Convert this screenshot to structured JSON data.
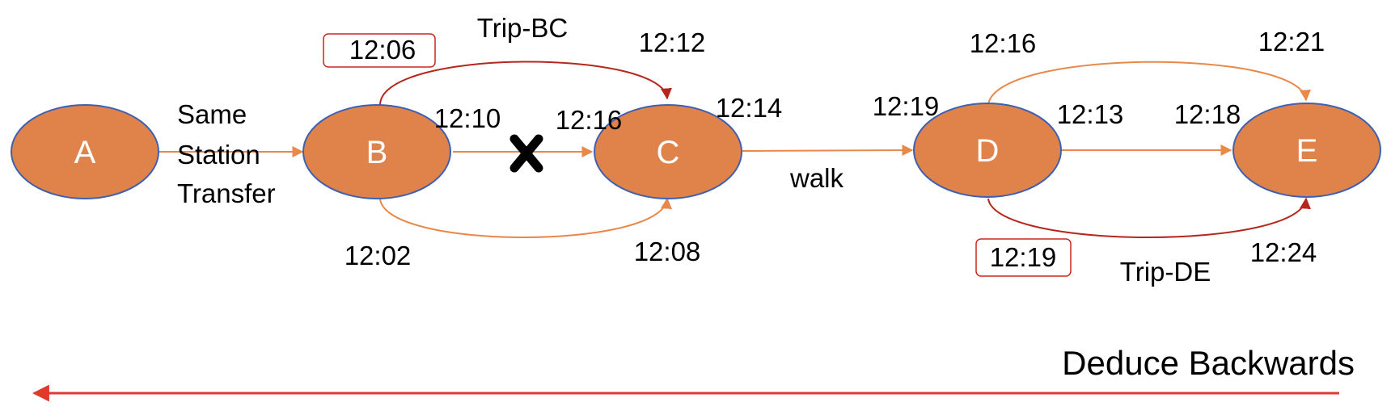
{
  "colors": {
    "node_fill": "#e0834a",
    "node_stroke": "#3f5fb0",
    "edge_orange": "#e8884a",
    "edge_red": "#b5261c",
    "highlight_box": "#c8281e",
    "footer_arrow": "#e03a2a",
    "text": "#000000"
  },
  "nodes": {
    "a": "A",
    "b": "B",
    "c": "C",
    "d": "D",
    "e": "E"
  },
  "labels": {
    "same_station_transfer": [
      "Same",
      "Station",
      "Transfer"
    ],
    "trip_bc": "Trip-BC",
    "trip_de": "Trip-DE",
    "walk": "walk"
  },
  "times": {
    "b_trip_bc_dep": "12:06",
    "c_trip_bc_arr": "12:12",
    "b_direct_dep": "12:10",
    "c_direct_arr": "12:16",
    "c_walk_dep": "12:14",
    "d_walk_arr": "12:19",
    "b_lower_dep": "12:02",
    "c_lower_arr": "12:08",
    "d_upper_dep": "12:16",
    "e_upper_arr": "12:21",
    "d_direct_dep": "12:13",
    "e_direct_arr": "12:18",
    "d_trip_de_dep": "12:19",
    "e_trip_de_arr": "12:24"
  },
  "icons": {
    "cancelled": "cross-icon"
  },
  "footer": {
    "text": "Deduce Backwards"
  }
}
